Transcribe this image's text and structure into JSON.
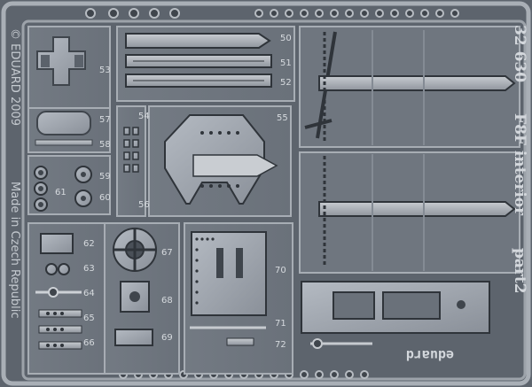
{
  "sheet": {
    "copyright": "© EDUARD 2009",
    "origin": "Made in Czech Republic",
    "set_number": "32 630",
    "set_title": "F8F interior",
    "set_part": "part2",
    "brand_logo": "eduard"
  },
  "part_numbers": [
    "50",
    "51",
    "52",
    "53",
    "54",
    "55",
    "56",
    "57",
    "58",
    "59",
    "60",
    "61",
    "62",
    "63",
    "64",
    "65",
    "66",
    "67",
    "68",
    "69",
    "70",
    "71",
    "72"
  ],
  "colors": {
    "background": "#5d646d",
    "metal_light": "#aab0b8",
    "metal_mid": "#8e959e",
    "metal_dark": "#474d55",
    "edge_highlight": "#d6dade"
  }
}
